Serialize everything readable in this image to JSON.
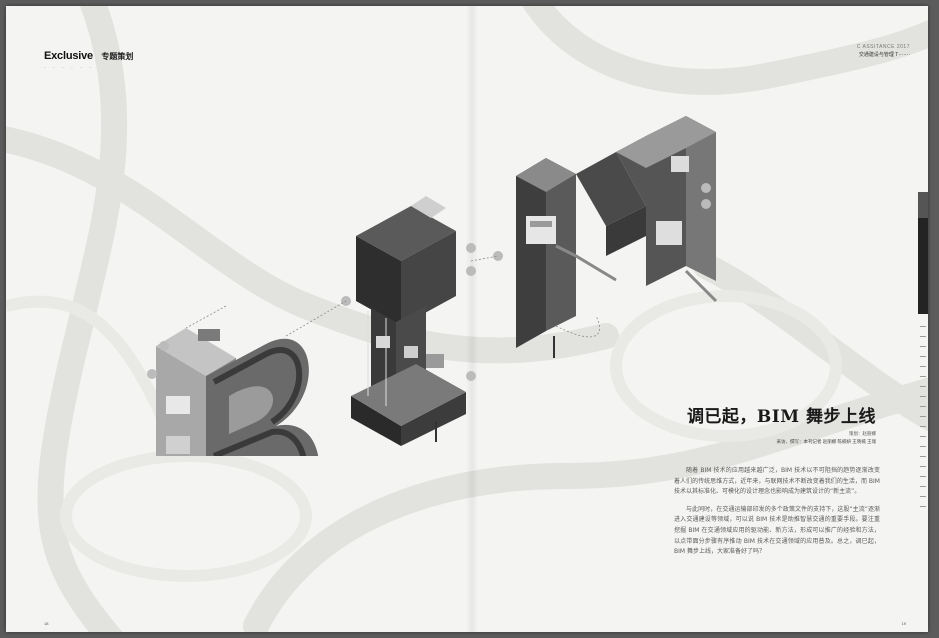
{
  "header": {
    "section_en": "Exclusive",
    "section_cn": "专题策划",
    "section_dots": "· · · · · ·",
    "right_line1": "C ASSITANCE 2017",
    "right_line2": "交通建设与管理 T·······"
  },
  "article": {
    "title": "调已起，BIM 舞步上线",
    "credits_line1": "策划：赵丽娜",
    "credits_line2": "采访、撰写：本刊记者 赵丽娜 陈楠妍 王晓楠 王瑞",
    "paragraphs": [
      "随着 BIM 技术的应用越来越广泛，BIM 技术以不可阻挡的趋势逐渐改变着人们的传统思维方式，近年来，与联网技术不断改变着我们的生活，而 BIM 技术以其标准化、可模化的设计理念也影响成为建筑设计的“新主流”。",
      "与此同时，在交通运输部印发的多个政策文件的支持下，这股“主流”逐渐进入交通建设等领域，可以说 BIM 技术是助推智慧交通的重要手段。要注重挖掘 BIM 在交通领域应用的驱动能、新方法，形成可以推广的经验和方法，以点带面分步骤有序推动 BIM 技术在交通领域的应用普及。总之，调已起，BIM 舞步上线，大家准备好了吗？"
    ]
  },
  "illustration": {
    "letters": [
      "B",
      "I",
      "M"
    ],
    "colors": {
      "b_front": "#9b9b9b",
      "b_side": "#5a5a5a",
      "i_dark": "#2f2f2f",
      "m_front": "#4a4a4a",
      "m_side": "#6f6f6f",
      "road": "#dedede"
    }
  },
  "folios": {
    "left": "18",
    "right": "19"
  }
}
